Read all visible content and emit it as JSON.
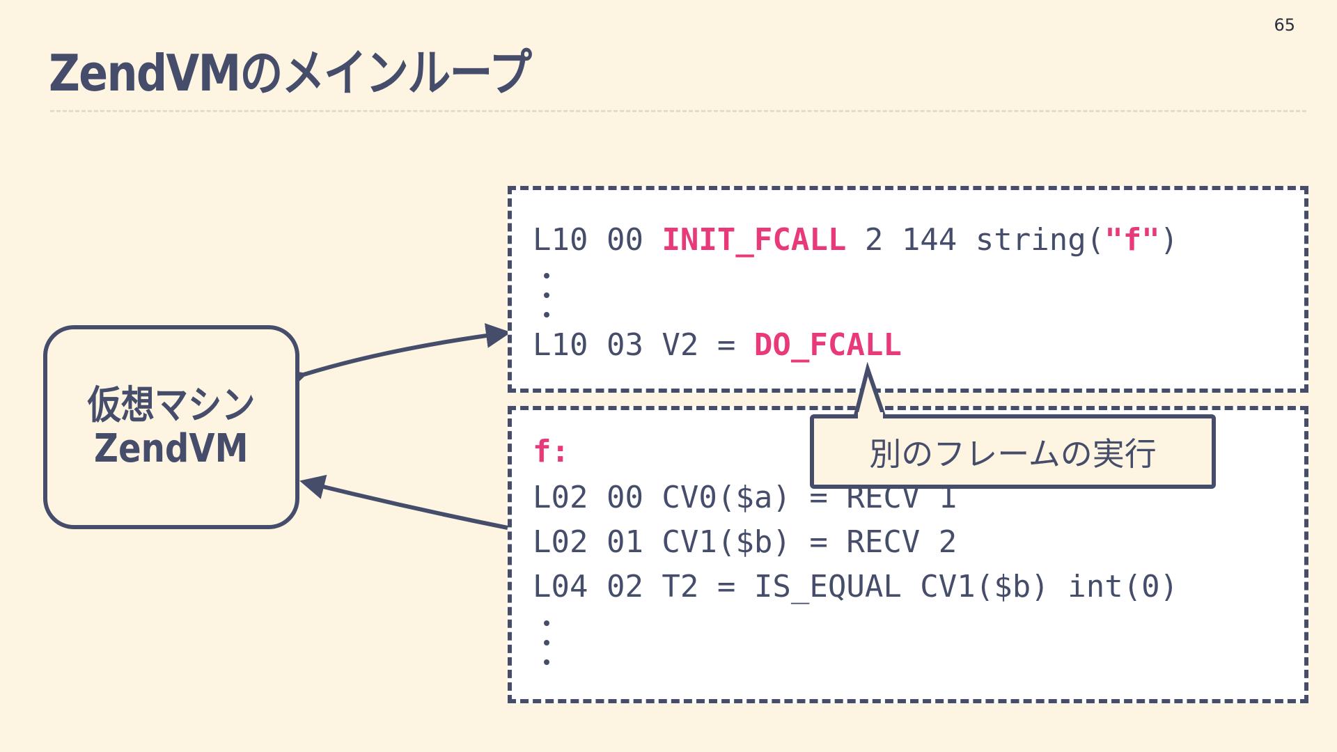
{
  "slide": {
    "page_number": "65",
    "title": "ZendVMのメインループ"
  },
  "vm_box": {
    "line1": "仮想マシン",
    "line2": "ZendVM"
  },
  "frame_top": {
    "line1": {
      "pre": "L10 00 ",
      "hl": "INIT_FCALL",
      "mid": " 2 144 string(",
      "hl2": "\"f\"",
      "post": ")"
    },
    "line2": {
      "pre": "L10 03 V2 = ",
      "hl": "DO_FCALL"
    }
  },
  "frame_bottom": {
    "label": "f:",
    "lines": [
      "L02 00 CV0($a) = RECV 1",
      "L02 01 CV1($b) = RECV 2",
      "L04 02 T2 = IS_EQUAL CV1($b) int(0)"
    ]
  },
  "callout": {
    "text": "別のフレームの実行"
  },
  "colors": {
    "background": "#fdf5e2",
    "ink": "#454d6b",
    "highlight": "#e8397a"
  }
}
